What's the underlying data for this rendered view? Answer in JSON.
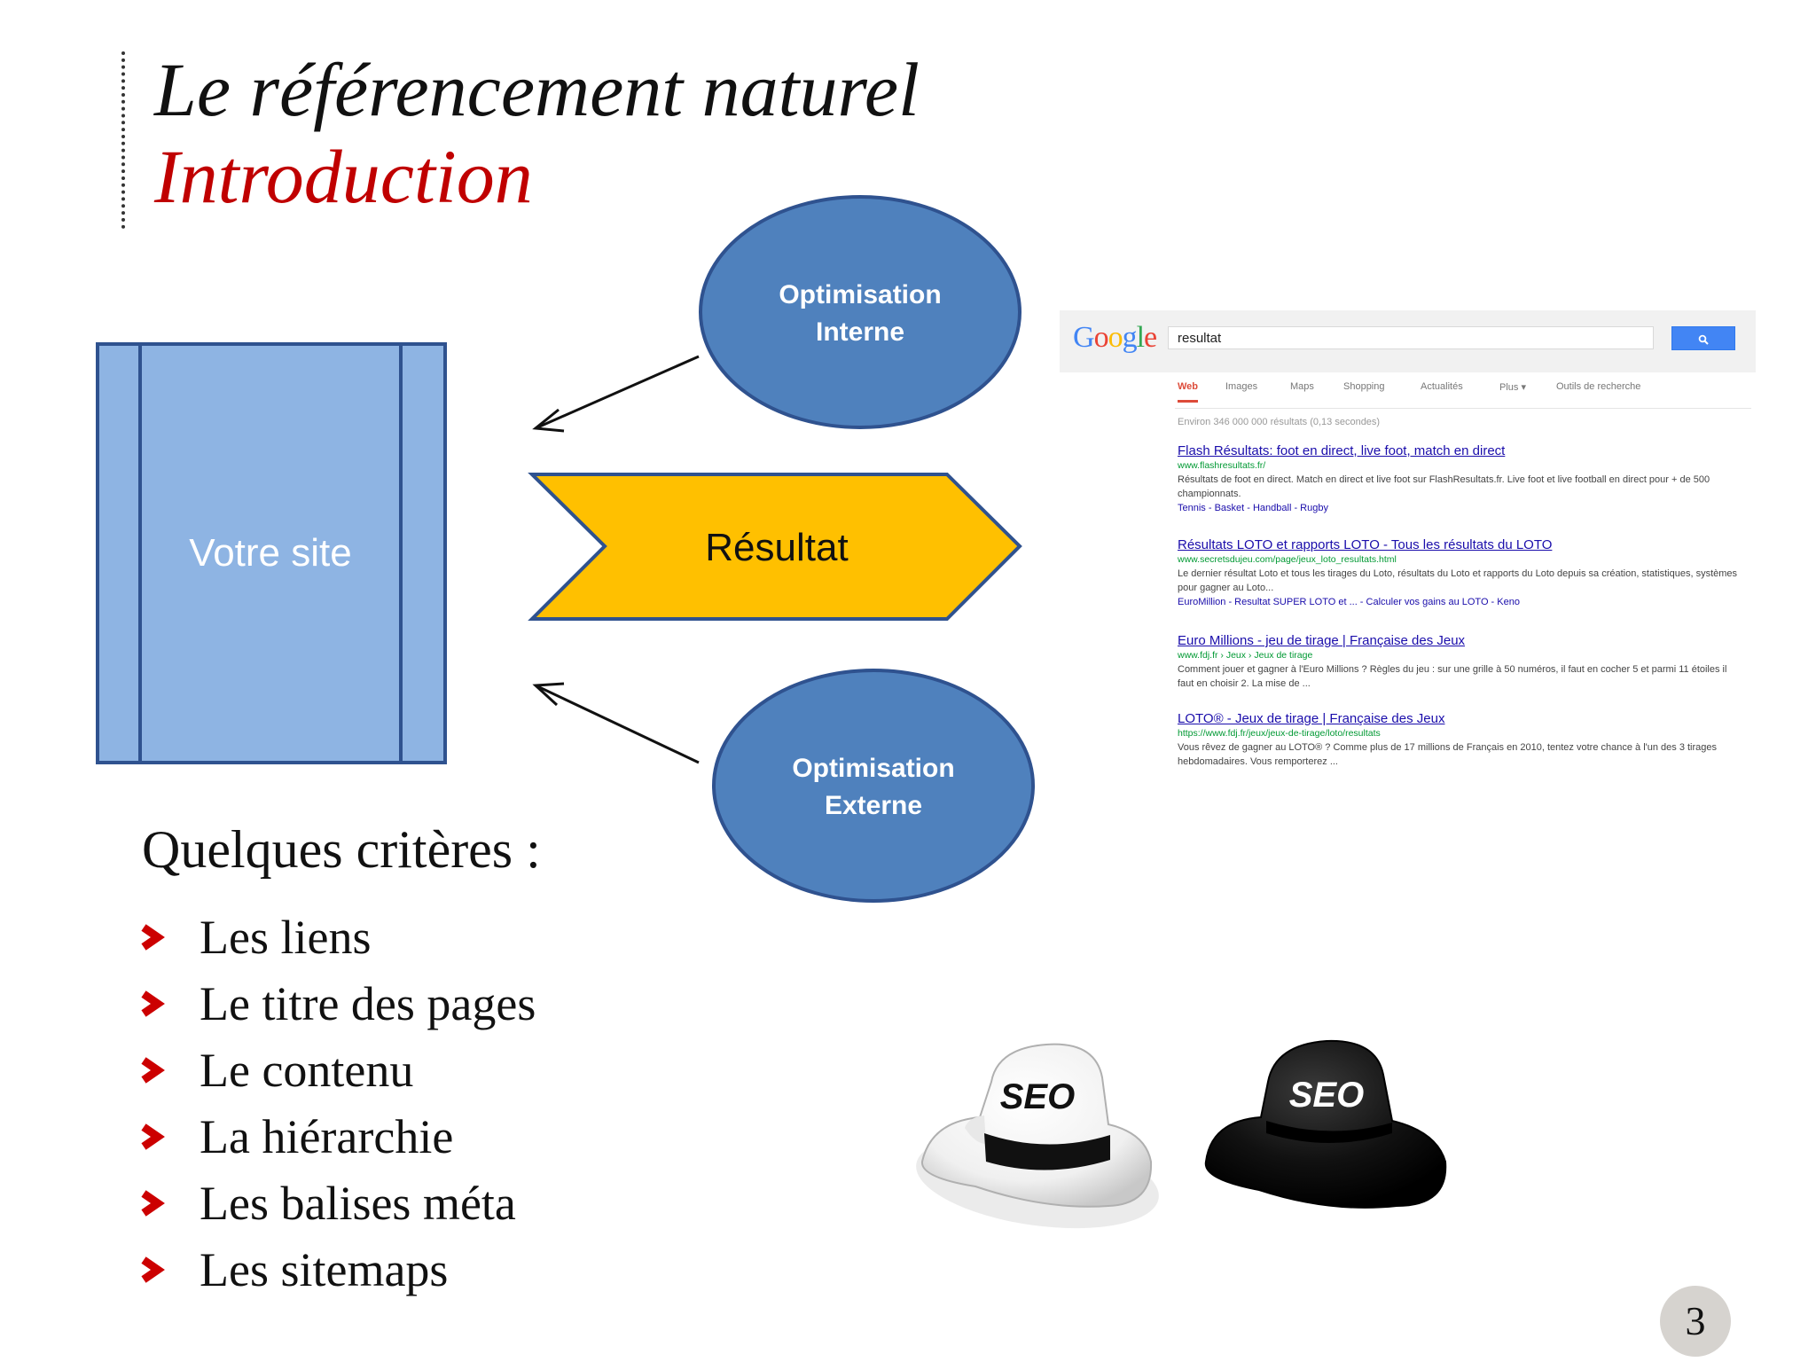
{
  "slide": {
    "title_line1": "Le référencement naturel",
    "title_line2": "Introduction",
    "page_number": "3"
  },
  "diagram": {
    "site_label": "Votre site",
    "result_label": "Résultat",
    "internal_line1": "Optimisation",
    "internal_line2": "Interne",
    "external_line1": "Optimisation",
    "external_line2": "Externe"
  },
  "serp": {
    "logo_letters": [
      "G",
      "o",
      "o",
      "g",
      "l",
      "e"
    ],
    "query": "resultat",
    "tabs": [
      "Web",
      "Images",
      "Maps",
      "Shopping",
      "Actualités",
      "Plus ▾",
      "Outils de recherche"
    ],
    "result_count": "Environ 346 000 000 résultats (0,13 secondes)",
    "results": [
      {
        "title": "Flash Résultats: foot en direct, live foot, match en direct",
        "url": "www.flashresultats.fr/",
        "snippet": "Résultats de foot en direct. Match en direct et live foot sur FlashResultats.fr. Live foot et live football en direct pour + de 500 championnats.",
        "links": "Tennis - Basket - Handball - Rugby"
      },
      {
        "title": "Résultats LOTO et rapports LOTO - Tous les résultats du LOTO",
        "url": "www.secretsdujeu.com/page/jeux_loto_resultats.html",
        "snippet": "Le dernier résultat Loto et tous les tirages du Loto, résultats du Loto et rapports du Loto depuis sa création, statistiques, systèmes pour gagner au Loto...",
        "links": "EuroMillion - Resultat SUPER LOTO et ... - Calculer vos gains au LOTO - Keno"
      },
      {
        "title": "Euro Millions - jeu de tirage | Française des Jeux",
        "url": "www.fdj.fr › Jeux › Jeux de tirage",
        "snippet": "Comment jouer et gagner à l'Euro Millions ? Règles du jeu : sur une grille à 50 numéros, il faut en cocher 5 et parmi 11 étoiles il faut en choisir 2. La mise de ...",
        "links": ""
      },
      {
        "title": "LOTO® - Jeux de tirage | Française des Jeux",
        "url": "https://www.fdj.fr/jeux/jeux-de-tirage/loto/resultats",
        "snippet": "Vous rêvez de gagner au LOTO® ? Comme plus de 17 millions de Français en 2010, tentez votre chance à l'un des 3 tirages hebdomadaires. Vous remporterez ...",
        "links": ""
      }
    ]
  },
  "criteria": {
    "heading": "Quelques critères :",
    "items": [
      "Les liens",
      "Le titre des pages",
      "Le contenu",
      "La hiérarchie",
      "Les balises méta",
      "Les sitemaps"
    ]
  },
  "hats": {
    "white_label": "SEO",
    "black_label": "SEO"
  },
  "colors": {
    "title_red": "#c00000",
    "box_fill": "#8eb4e3",
    "box_stroke": "#2f528f",
    "ellipse_fill": "#4f81bd",
    "chevron_fill": "#ffc000",
    "bullet_red": "#cc0000"
  }
}
